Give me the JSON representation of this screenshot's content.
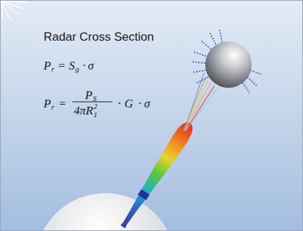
{
  "diagram": {
    "title": "Radar Cross Section",
    "labels": [
      "P",
      "r",
      "=",
      "S",
      "g",
      "·",
      "σ",
      "P",
      "r",
      "=",
      "P",
      "S",
      "4πR",
      "1",
      "2",
      "·",
      "G",
      "·",
      "σ"
    ]
  }
}
